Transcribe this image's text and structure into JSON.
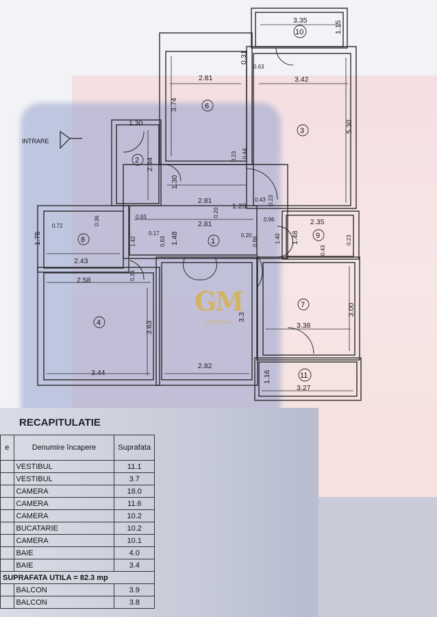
{
  "entrance_label": "INTRARE",
  "rooms": [
    {
      "num": "1"
    },
    {
      "num": "2"
    },
    {
      "num": "3"
    },
    {
      "num": "4"
    },
    {
      "num": "6"
    },
    {
      "num": "7"
    },
    {
      "num": "8"
    },
    {
      "num": "9"
    },
    {
      "num": "10"
    },
    {
      "num": "11"
    }
  ],
  "dims": {
    "d335": "3.35",
    "d115": "1.15",
    "d031": "0.31",
    "d063": "0.63",
    "d281a": "2.81",
    "d342": "3.42",
    "d374": "3.74",
    "d530": "5.30",
    "d130a": "1.30",
    "d023a": "0.23",
    "d044": "0.44",
    "d284": "2.84",
    "d130b": "1.30",
    "d281b": "2.81",
    "d123": "1.23",
    "d043": "0.43",
    "d020a": "0.20",
    "d023b": "0.23",
    "d093": "0.93",
    "d281c": "2.81",
    "d096": "0.96",
    "d235": "2.35",
    "d072": "0.72",
    "d036": "0.36",
    "d175": "1.75",
    "d142": "1.42",
    "d017": "0.17",
    "d083": "0.83",
    "d148a": "1.48",
    "d020b": "0.20",
    "d086": "0.86",
    "d140": "1.40",
    "d148b": "1.48",
    "d043b": "0.43",
    "d023c": "0.23",
    "d243": "2.43",
    "d258": "2.58",
    "d033": "0.33",
    "d363": "3.63",
    "d300": "3.00",
    "d338": "3.38",
    "d33x": "3.3",
    "d344": "3.44",
    "d282": "2.82",
    "d116": "1.16",
    "d327": "3.27"
  },
  "logo": {
    "mark": "GM",
    "tagline": "GRUP MIHAI"
  },
  "recap": {
    "title": "RECAPITULATIE",
    "header": {
      "nr": "e",
      "name": "Denumire încapere",
      "area": "Suprafata"
    },
    "rows": [
      {
        "name": "VESTIBUL",
        "area": "11.1"
      },
      {
        "name": "VESTIBUL",
        "area": "3.7"
      },
      {
        "name": "CAMERA",
        "area": "18.0"
      },
      {
        "name": "CAMERA",
        "area": "11.6"
      },
      {
        "name": "CAMERA",
        "area": "10.2"
      },
      {
        "name": "BUCATARIE",
        "area": "10.2"
      },
      {
        "name": "CAMERA",
        "area": "10.1"
      },
      {
        "name": "BAIE",
        "area": "4.0"
      },
      {
        "name": "BAIE",
        "area": "3.4"
      }
    ],
    "total": "SUPRAFATA UTILA = 82.3 mp",
    "balconies": [
      {
        "name": "BALCON",
        "area": "3.9"
      },
      {
        "name": "BALCON",
        "area": "3.8"
      }
    ]
  }
}
